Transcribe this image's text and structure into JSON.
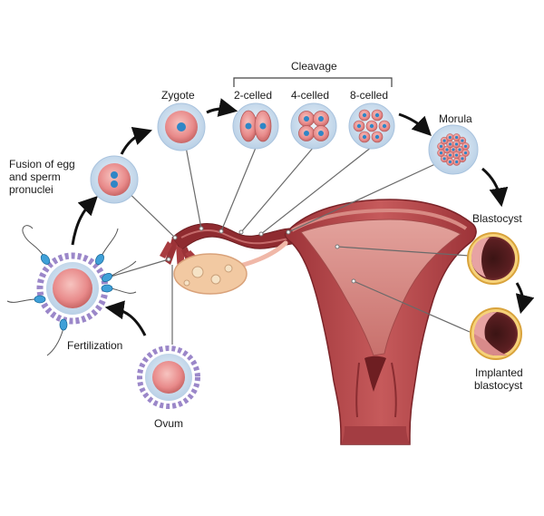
{
  "labels": {
    "fusion_line1": "Fusion of egg",
    "fusion_line2": "and sperm",
    "fusion_line3": "pronuclei",
    "zygote": "Zygote",
    "cleavage": "Cleavage",
    "two_celled": "2-celled",
    "four_celled": "4-celled",
    "eight_celled": "8-celled",
    "morula": "Morula",
    "blastocyst": "Blastocyst",
    "implanted_line1": "Implanted",
    "implanted_line2": "blastocyst",
    "fertilization": "Fertilization",
    "ovum": "Ovum"
  },
  "colors": {
    "cell_pink": "#e88a8a",
    "cell_ring": "#c7d9ec",
    "nucleus_blue": "#2f86c6",
    "zona_purple": "#9b87c9",
    "uterus_red": "#b8474b",
    "uterus_dark": "#7a2328",
    "uterus_light": "#d98a86",
    "arrow": "#111111",
    "sperm_blue": "#3fa0d8"
  }
}
